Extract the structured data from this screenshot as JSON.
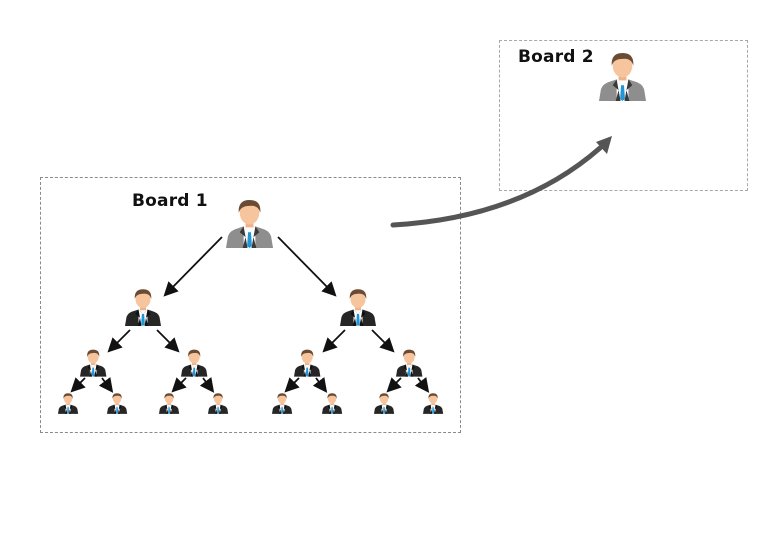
{
  "boards": [
    {
      "label": "Board 1",
      "levels": [
        1,
        2,
        4,
        8
      ]
    },
    {
      "label": "Board 2",
      "levels": [
        1
      ]
    }
  ],
  "colors": {
    "border": "#8a8a8a",
    "arrow": "#555555",
    "connector": "#111111",
    "suit_top": "#8c8c8c",
    "suit_lower": "#2b2b2b",
    "tie": "#2196d6",
    "skin": "#f6c49d",
    "hair": "#6b4b33"
  },
  "transition_arrow": {
    "from": "Board 1",
    "to": "Board 2"
  }
}
